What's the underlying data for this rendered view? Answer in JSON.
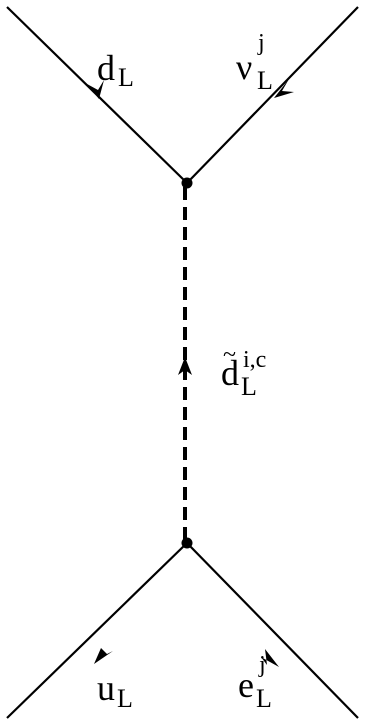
{
  "diagram": {
    "labels": {
      "top_left": {
        "main": "d",
        "sub": "L",
        "sup": ""
      },
      "top_right": {
        "main": "ν",
        "sub": "L",
        "sup": "j"
      },
      "propagator": {
        "main": "d",
        "tilde": "~",
        "sub": "L",
        "sup": "i,c"
      },
      "bottom_left": {
        "main": "u",
        "sub": "L",
        "sup": ""
      },
      "bottom_right": {
        "main": "e",
        "sub": "L",
        "sup": "j"
      }
    },
    "colors": {
      "ink": "#000000",
      "background": "#ffffff"
    }
  }
}
